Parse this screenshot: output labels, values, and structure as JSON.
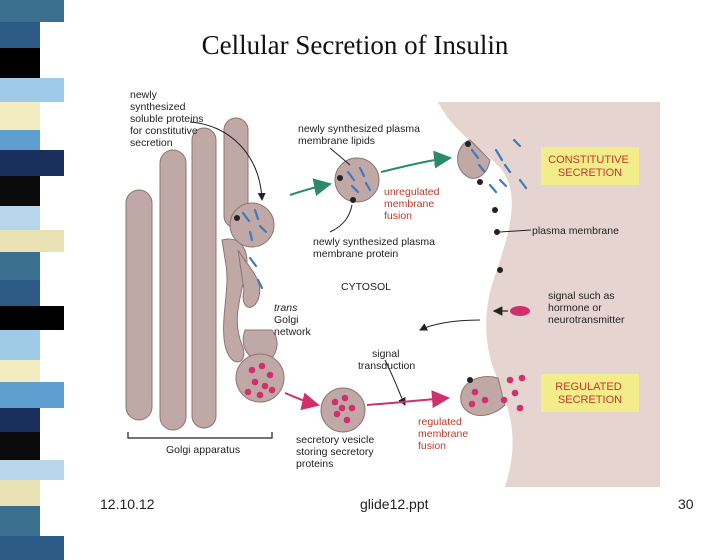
{
  "slide": {
    "title": "Cellular Secretion of Insulin",
    "footer_left": "12.10.12",
    "footer_center": "glide12.ppt",
    "page_number": "30"
  },
  "colors": {
    "cell_exterior": "#e6d4d0",
    "golgi": "#c0a8a6",
    "golgi_stroke": "#8f7470",
    "box_fill": "#f3ec8a",
    "box_text": "#c0392b",
    "vesicle_dot": "#d0306e",
    "protein_blue": "#3b7bbf",
    "arrow_green": "#2a8a6a",
    "arrow_magenta": "#d0306e"
  },
  "diagram": {
    "labels": {
      "newly_synth_soluble": [
        "newly",
        "synthesized",
        "soluble proteins",
        "for constitutive",
        "secretion"
      ],
      "newly_synth_lipids": [
        "newly synthesized plasma",
        "membrane lipids"
      ],
      "constitutive_secretion": [
        "CONSTITUTIVE",
        "SECRETION"
      ],
      "unregulated_fusion": [
        "unregulated",
        "membrane",
        "fusion"
      ],
      "plasma_membrane": "plasma membrane",
      "newly_synth_membrane_protein": [
        "newly synthesized plasma",
        "membrane protein"
      ],
      "cytosol": "CYTOSOL",
      "trans_golgi": [
        "trans",
        "Golgi",
        "network"
      ],
      "signal_such_as": [
        "signal such as",
        "hormone or",
        "neurotransmitter"
      ],
      "signal_transduction": [
        "signal",
        "transduction"
      ],
      "regulated_secretion": [
        "REGULATED",
        "SECRETION"
      ],
      "regulated_fusion": [
        "regulated",
        "membrane",
        "fusion"
      ],
      "golgi_apparatus": "Golgi apparatus",
      "secretory_vesicle": [
        "secretory vesicle",
        "storing secretory",
        "proteins"
      ]
    }
  }
}
